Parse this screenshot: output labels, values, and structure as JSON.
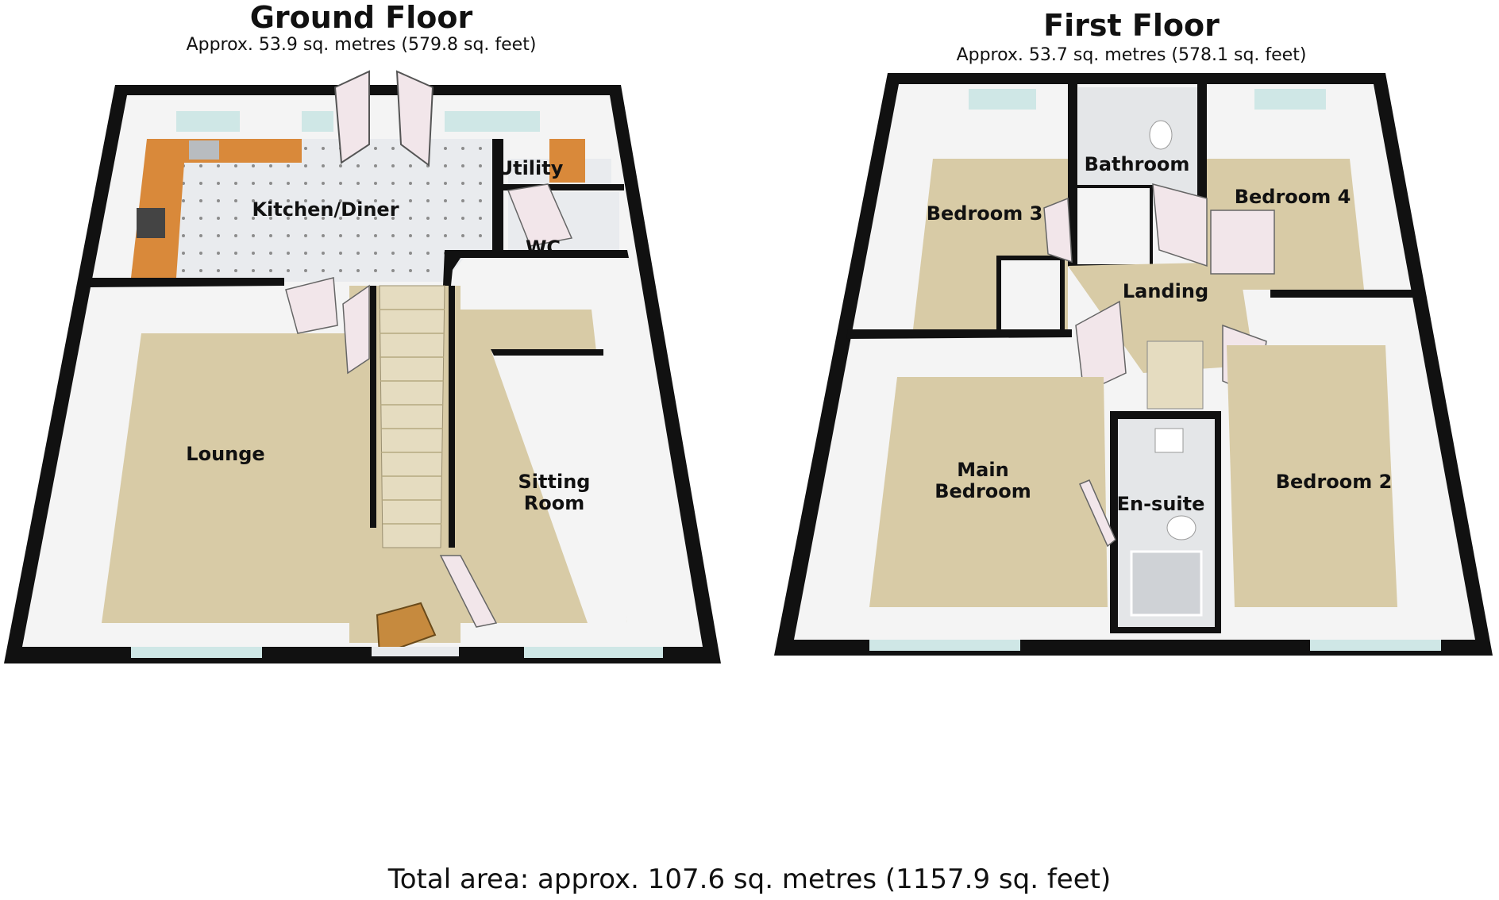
{
  "ground_floor": {
    "title": "Ground Floor",
    "area": "Approx. 53.9 sq. metres (579.8 sq. feet)",
    "rooms": {
      "kitchen_diner": "Kitchen/Diner",
      "utility": "Utility",
      "wc": "WC",
      "lounge": "Lounge",
      "sitting_room_line1": "Sitting",
      "sitting_room_line2": "Room"
    }
  },
  "first_floor": {
    "title": "First Floor",
    "area": "Approx. 53.7 sq. metres (578.1 sq. feet)",
    "rooms": {
      "bathroom": "Bathroom",
      "bedroom_3": "Bedroom 3",
      "bedroom_4": "Bedroom 4",
      "landing": "Landing",
      "main_bedroom_line1": "Main",
      "main_bedroom_line2": "Bedroom",
      "en_suite": "En-suite",
      "bedroom_2": "Bedroom 2"
    }
  },
  "total_area": "Total area: approx. 107.6 sq. metres (1157.9 sq. feet)",
  "colors": {
    "wall": "#111111",
    "wall_inner": "#f4f4f4",
    "carpet": "#d8cba6",
    "kitchen_floor": "#e8eaec",
    "worktop": "#d9893a",
    "window": "#cfe7e6",
    "door": "#f2e6ea",
    "bathroom_floor": "#e4e6e8",
    "stairs": "#e5dcc0",
    "watermark": "#f0c6d6"
  }
}
